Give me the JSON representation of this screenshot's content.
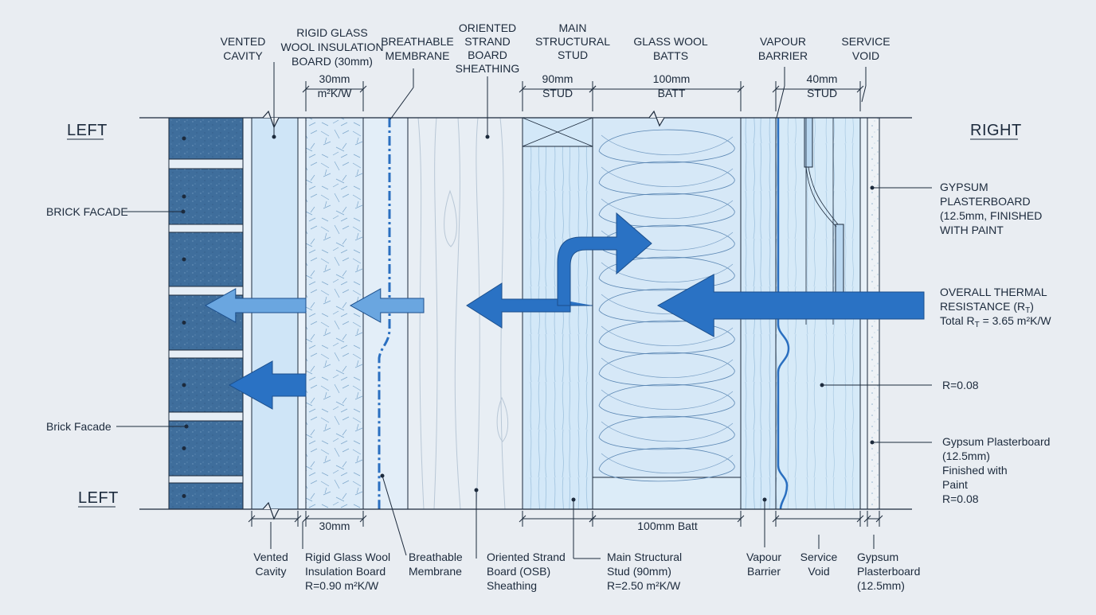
{
  "side_labels": {
    "left_top": "LEFT",
    "left_bottom": "LEFT",
    "right_top": "RIGHT"
  },
  "top_labels": {
    "vented_cavity": [
      "VENTED",
      "CAVITY"
    ],
    "rigid_glass_wool": [
      "RIGID GLASS",
      "WOOL INSULATION",
      "BOARD (30mm)"
    ],
    "breathable_membrane": [
      "BREATHABLE",
      "MEMBRANE"
    ],
    "osb": [
      "ORIENTED",
      "STRAND",
      "BOARD",
      "SHEATHING"
    ],
    "main_stud": [
      "MAIN",
      "STRUCTURAL",
      "STUD"
    ],
    "glass_wool_batts": [
      "GLASS WOOL",
      "BATTS"
    ],
    "vapour_barrier": [
      "VAPOUR",
      "BARRIER"
    ],
    "service_void": [
      "SERVICE",
      "VOID"
    ]
  },
  "top_dims": {
    "insulation": [
      "30mm",
      "m²K/W"
    ],
    "stud": [
      "90mm",
      "STUD"
    ],
    "batt": [
      "100mm",
      "BATT"
    ],
    "service_stud": [
      "40mm",
      "STUD"
    ]
  },
  "left_labels": {
    "brick_upper": "BRICK FACADE",
    "brick_lower": "Brick Facade"
  },
  "right_labels": {
    "gypsum_upper": [
      "GYPSUM",
      "PLASTERBOARD",
      "(12.5mm, FINISHED",
      "WITH PAINT"
    ],
    "overall": [
      "OVERALL THERMAL",
      "RESISTANCE (R",
      "T",
      ")",
      "Total R",
      "T",
      " = 3.65 m²K/W"
    ],
    "void_r": "R=0.08",
    "gypsum_lower": [
      "Gypsum Plasterboard",
      "(12.5mm)",
      "Finished with",
      "Paint",
      "R=0.08"
    ]
  },
  "bottom_dims": {
    "insulation": "30mm",
    "batt": "100mm Batt"
  },
  "bottom_labels": {
    "vented_cavity": [
      "Vented",
      "Cavity"
    ],
    "rigid_glass_wool": [
      "Rigid Glass Wool",
      "Insulation Board",
      "R=0.90 m²K/W"
    ],
    "breathable_membrane": [
      "Breathable",
      "Membrane"
    ],
    "osb": [
      "Oriented Strand",
      "Board (OSB)",
      "Sheathing"
    ],
    "main_stud": [
      "Main Structural",
      "Stud (90mm)",
      "R=2.50 m²K/W"
    ],
    "vapour_barrier": [
      "Vapour",
      "Barrier"
    ],
    "service_void": [
      "Service",
      "Void"
    ],
    "gypsum": [
      "Gypsum",
      "Plasterboard",
      "(12.5mm)"
    ]
  },
  "colors": {
    "background": "#e9edf2",
    "brick": "#3f6e9c",
    "mortar": "#e6eef6",
    "cavity": "#cfe5f7",
    "insulation": "#dcebf8",
    "osb": "#e8eef4",
    "stud": "#cfe6f8",
    "batt": "#d6e8f7",
    "arrow_dark": "#2a72c4",
    "arrow_light": "#6aa6e0",
    "line": "#1c2a3c"
  }
}
